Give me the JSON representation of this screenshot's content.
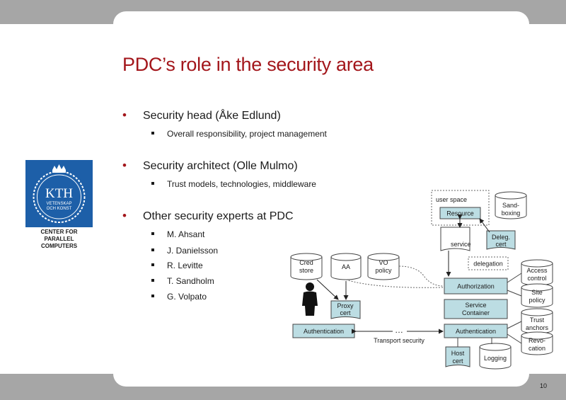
{
  "slide": {
    "title": "PDC’s role in the security area",
    "page_number": "10",
    "logo": {
      "text": "KTH",
      "sub1": "VETENSKAP",
      "sub2": "OCH KONST",
      "caption": [
        "CENTER FOR",
        "PARALLEL",
        "COMPUTERS"
      ]
    },
    "bullets": [
      {
        "label": "Security head (Åke Edlund)",
        "subs": [
          "Overall responsibility, project management"
        ]
      },
      {
        "label": "Security architect (Olle Mulmo)",
        "subs": [
          "Trust models, technologies, middleware"
        ]
      },
      {
        "label": "Other security experts at PDC",
        "subs": [
          "M. Ahsant",
          "J. Danielsson",
          "R. Levitte",
          "T. Sandholm",
          "G. Volpato"
        ]
      }
    ]
  },
  "diagram": {
    "user_space": "user space",
    "resource": "Resource",
    "sandboxing": [
      "Sand-",
      "boxing"
    ],
    "service": "service",
    "deleg_cert": [
      "Deleg.",
      "cert"
    ],
    "delegation": "delegation",
    "cred_store": [
      "Cred",
      "store"
    ],
    "aa": "AA",
    "vo_policy": [
      "VO",
      "policy"
    ],
    "proxy_cert": [
      "Proxy",
      "cert"
    ],
    "authentication_left": "Authentication",
    "authorization": "Authorization",
    "service_container": [
      "Service",
      "Container"
    ],
    "authentication_right": "Authentication",
    "transport_dots": "…",
    "transport_security": "Transport security",
    "access_control": [
      "Access",
      "control"
    ],
    "site_policy": [
      "Site",
      "policy"
    ],
    "trust_anchors": [
      "Trust",
      "anchors"
    ],
    "revocation": [
      "Revo-",
      "cation"
    ],
    "host_cert": [
      "Host",
      "cert"
    ],
    "logging": "Logging",
    "colors": {
      "box_fill": "#bcdde3",
      "box_stroke": "#444444",
      "dashed": "#666666"
    }
  }
}
